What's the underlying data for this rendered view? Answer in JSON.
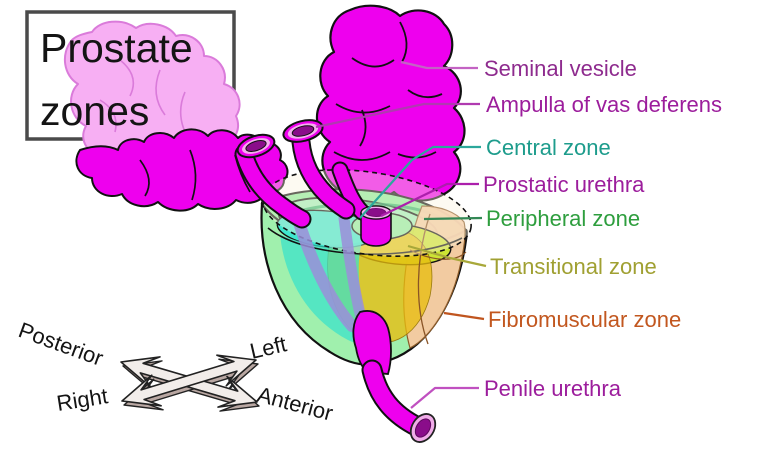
{
  "title": {
    "line1": "Prostate",
    "line2": "zones"
  },
  "labels": [
    {
      "text": "Seminal vesicle",
      "color": "#8E2B8E",
      "line_color": "#C363C3"
    },
    {
      "text": "Ampulla of vas deferens",
      "color": "#9C1D9C",
      "line_color": "#B03AB0"
    },
    {
      "text": "Central zone",
      "color": "#1D9C8C",
      "line_color": "#2BA89B"
    },
    {
      "text": "Prostatic urethra",
      "color": "#9C1D9C",
      "line_color": "#AC1FAC"
    },
    {
      "text": "Peripheral zone",
      "color": "#2E9E3E",
      "line_color": "#338855"
    },
    {
      "text": "Transitional zone",
      "color": "#A0A032",
      "line_color": "#A8A83A"
    },
    {
      "text": "Fibromuscular zone",
      "color": "#C2571F",
      "line_color": "#C0551F"
    },
    {
      "text": "Penile urethra",
      "color": "#9C1D9C",
      "line_color": "#C050C0"
    }
  ],
  "compass": {
    "posterior": "Posterior",
    "left": "Left",
    "right": "Right",
    "anterior": "Anterior"
  },
  "zone_colors": {
    "peripheral": "#8DEC9B",
    "peripheral_body": "#98EFA6",
    "central": "#3FE7CE",
    "central_funnel": "#38E2CB",
    "transitional": "#E8BC10",
    "transitional_top": "#C9E52E",
    "fibromuscular": "#F6C9A0",
    "urethra": "#EE00EE",
    "urethra_lumen": "#8A0D8A",
    "vesicle_left": "#F7AFF3",
    "ejaculatory_ducts": "#9B8ED9",
    "capsule": "#FAF1DC"
  }
}
